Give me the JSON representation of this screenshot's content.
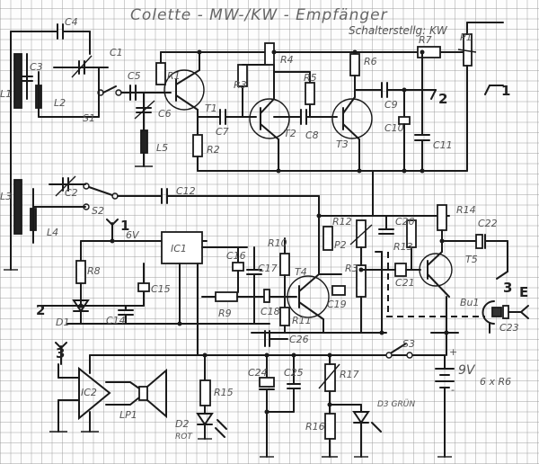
{
  "title": "Colette - MW-/KW - Empfänger",
  "switch_position_note": "Schalterstellg: KW",
  "components": {
    "L1": "L1",
    "L2": "L2",
    "L3": "L3",
    "L4": "L4",
    "L5": "L5",
    "C1": "C1",
    "C2": "C2",
    "C3": "C3",
    "C4": "C4",
    "C5": "C5",
    "C6": "C6",
    "C7": "C7",
    "C8": "C8",
    "C9": "C9",
    "C10": "C10",
    "C11": "C11",
    "C12": "C12",
    "C14": "C14",
    "C15": "C15",
    "C16": "C16",
    "C17": "C17",
    "C18": "C18",
    "C19": "C19",
    "C20": "C20",
    "C21": "C21",
    "C22": "C22",
    "C23": "C23",
    "C24": "C24",
    "C25": "C25",
    "C26": "C26",
    "R1": "R1",
    "R2": "R2",
    "R3": "R3",
    "R4": "R4",
    "R5": "R5",
    "R6": "R6",
    "R7": "R7",
    "R8": "R8",
    "R9": "R9",
    "R10": "R10",
    "R11": "R11",
    "R12": "R12",
    "R13": "R13",
    "R3b": "R3",
    "R14": "R14",
    "R15": "R15",
    "R16": "R16",
    "R17": "R17",
    "P1": "P1",
    "P2": "P2",
    "T1": "T1",
    "T2": "T2",
    "T3": "T3",
    "T4": "T4",
    "T5": "T5",
    "S1": "S1",
    "S2": "S2",
    "S3": "S3",
    "IC1": "IC1",
    "IC2": "IC2",
    "LP1": "LP1",
    "D1": "D1",
    "D2": "D2",
    "D2_color": "ROT",
    "D3": "D3 GRÜN",
    "Bu1": "Bu1",
    "E": "E"
  },
  "nodes": {
    "n1a": "1",
    "n1b": "1",
    "n2a": "2",
    "n2b": "2",
    "n3a": "3",
    "n3b": "3"
  },
  "supply": {
    "v6": "6V",
    "battery": "9V",
    "battery_type": "6 x R6",
    "plus": "+",
    "minus": "-"
  }
}
